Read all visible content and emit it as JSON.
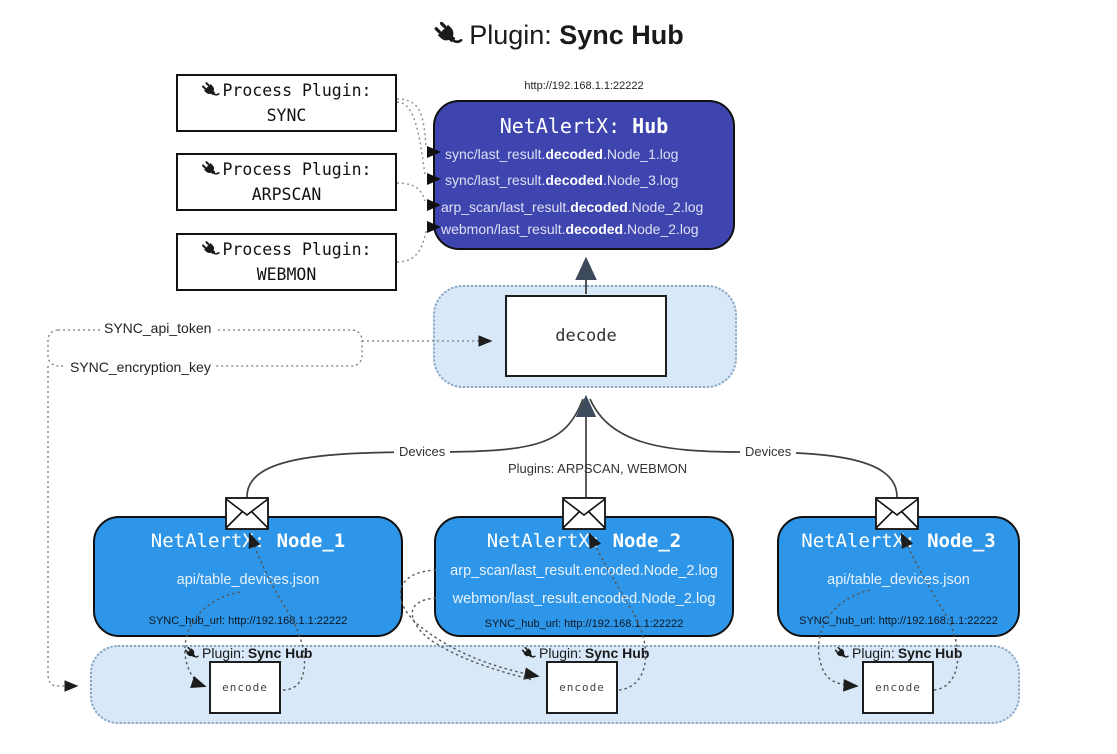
{
  "title": {
    "prefix": "Plugin: ",
    "bold": "Sync Hub"
  },
  "process_plugins": [
    {
      "label": "Process Plugin:",
      "name": "SYNC"
    },
    {
      "label": "Process Plugin:",
      "name": "ARPSCAN"
    },
    {
      "label": "Process Plugin:",
      "name": "WEBMON"
    }
  ],
  "hub": {
    "url": "http://192.168.1.1:22222",
    "title_prefix": "NetAlertX: ",
    "title_bold": "Hub",
    "logs": [
      {
        "pre": "sync/last_result.",
        "bold": "decoded",
        "post": ".Node_1.log"
      },
      {
        "pre": "sync/last_result.",
        "bold": "decoded",
        "post": ".Node_3.log"
      },
      {
        "pre": "arp_scan/last_result.",
        "bold": "decoded",
        "post": ".Node_2.log"
      },
      {
        "pre": "webmon/last_result.",
        "bold": "decoded",
        "post": ".Node_2.log"
      }
    ]
  },
  "decode": {
    "label": "decode"
  },
  "secrets": {
    "api_token": "SYNC_api_token",
    "encryption_key": "SYNC_encryption_key"
  },
  "edges": {
    "devices_left": "Devices",
    "plugins_mid": "Plugins: ARPSCAN, WEBMON",
    "devices_right": "Devices"
  },
  "nodes": [
    {
      "title_prefix": "NetAlertX: ",
      "title_bold": "Node_1",
      "files": [
        "api/table_devices.json"
      ],
      "hub_url": "SYNC_hub_url: http://192.168.1.1:22222"
    },
    {
      "title_prefix": "NetAlertX: ",
      "title_bold": "Node_2",
      "files": [
        "arp_scan/last_result.encoded.Node_2.log",
        "webmon/last_result.encoded.Node_2.log"
      ],
      "hub_url": "SYNC_hub_url: http://192.168.1.1:22222"
    },
    {
      "title_prefix": "NetAlertX: ",
      "title_bold": "Node_3",
      "files": [
        "api/table_devices.json"
      ],
      "hub_url": "SYNC_hub_url: http://192.168.1.1:22222"
    }
  ],
  "encoders": [
    {
      "plugin_prefix": "Plugin: ",
      "plugin_bold": "Sync Hub",
      "label": "encode"
    },
    {
      "plugin_prefix": "Plugin: ",
      "plugin_bold": "Sync Hub",
      "label": "encode"
    },
    {
      "plugin_prefix": "Plugin: ",
      "plugin_bold": "Sync Hub",
      "label": "encode"
    }
  ],
  "colors": {
    "hub_fill": "#3f45af",
    "node_fill": "#2e96e8",
    "panel_fill": "#d8e8f9",
    "panel_border": "#87a3bf",
    "solid_line": "#3f3f3f",
    "dotted_line": "#8c8c8c",
    "arrow_dark": "#1d1d1d",
    "arrow_slate": "#3c4a5c"
  }
}
